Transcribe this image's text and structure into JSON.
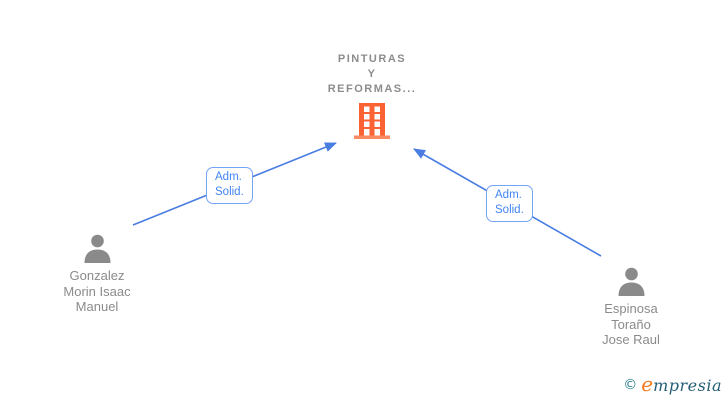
{
  "company": {
    "name": "PINTURAS\nY\nREFORMAS...",
    "icon": "building-icon",
    "icon_color": "#fb6234",
    "icon_base_color": "#fc8a63"
  },
  "people": [
    {
      "name": "Gonzalez\nMorin Isaac\nManuel",
      "icon": "person-icon",
      "position": "bottom-left"
    },
    {
      "name": "Espinosa\nToraño\nJose Raul",
      "icon": "person-icon",
      "position": "bottom-right"
    }
  ],
  "relationships": [
    {
      "label": "Adm.\nSolid.",
      "from": "Gonzalez Morin Isaac Manuel",
      "to": "PINTURAS Y REFORMAS..."
    },
    {
      "label": "Adm.\nSolid.",
      "from": "Espinosa Toraño Jose Raul",
      "to": "PINTURAS Y REFORMAS..."
    }
  ],
  "footer": {
    "copyright_symbol": "©",
    "brand_e": "e",
    "brand_rest": "mpresia"
  },
  "colors": {
    "arrow_blue": "#4a7de2",
    "label_border_blue": "#74a4f4",
    "label_text_blue": "#4285f4",
    "company_text_gray": "#8c8c8c",
    "person_text_gray": "#8b8b8b",
    "person_icon_gray": "#8a8a8a",
    "building_orange": "#fb6234",
    "logo_teal": "#2a7f8e",
    "logo_orange": "#f47b20",
    "logo_navy": "#265d78"
  }
}
